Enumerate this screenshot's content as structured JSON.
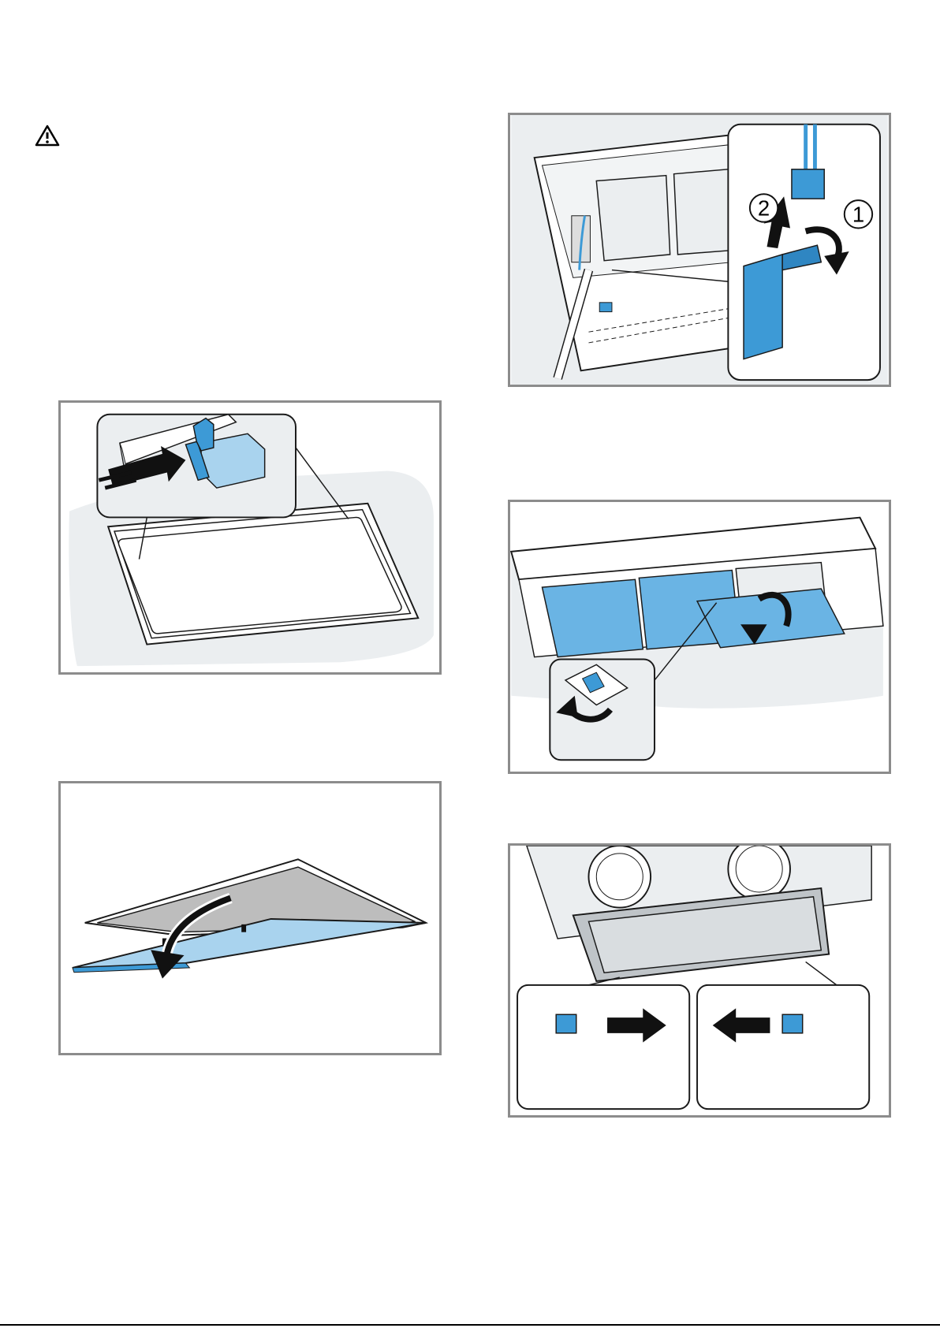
{
  "page": {
    "warning_icon": "warning-triangle-icon"
  },
  "figures": [
    {
      "id": "fig-1",
      "depicts": "press-latch-release-illustration"
    },
    {
      "id": "fig-2",
      "depicts": "lower-filter-panel-illustration"
    },
    {
      "id": "fig-3",
      "depicts": "disconnect-light-plug-illustration",
      "step_labels": [
        "2",
        "1"
      ]
    },
    {
      "id": "fig-4",
      "depicts": "fold-out-grease-filter-illustration"
    },
    {
      "id": "fig-5",
      "depicts": "slide-filter-catches-illustration"
    }
  ],
  "colors": {
    "frame": "#8c8c8c",
    "accent_blue": "#3d9ad6",
    "light_blue": "#a9d3ee",
    "background_grey": "#ebeef0",
    "line": "#1a1a1a"
  }
}
